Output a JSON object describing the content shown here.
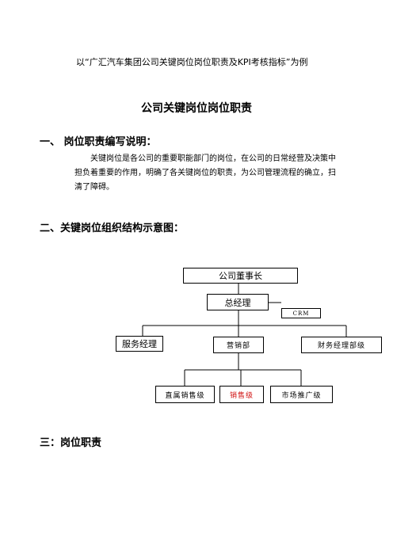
{
  "intro": "以“广汇汽车集团公司关键岗位岗位职责及KPI考核指标”为例",
  "title": "公司关键岗位岗位职责",
  "sections": {
    "s1_heading": "一、 岗位职责编写说明：",
    "s1_body": "关键岗位是各公司的重要职能部门的岗位，在公司的日常经营及决策中担负着重要的作用，明确了各关键岗位的职责，为公司管理流程的确立，扫清了障碍。",
    "s2_heading": "二、关键岗位组织结构示意图：",
    "s3_heading": "三：岗位职责"
  },
  "org_chart": {
    "board": "公司董事长",
    "gm": "总经理",
    "crm": "CRM",
    "service": "服务经理",
    "sales": "营销部",
    "finance": "财务经理部级",
    "sub1": "直属销售级",
    "sub2": "销售级",
    "sub3": "市场推广级"
  }
}
